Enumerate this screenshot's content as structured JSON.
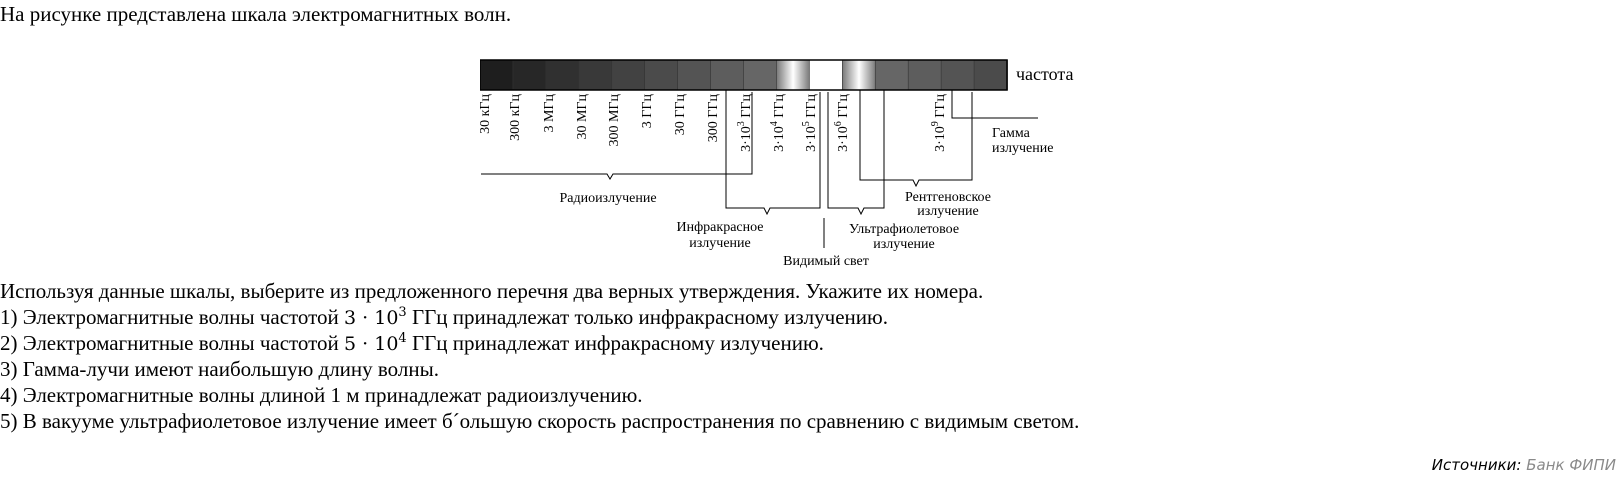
{
  "intro": "На рисунке представлена шкала электромагнитных волн.",
  "scale": {
    "axis_label": "частота",
    "ticks": [
      {
        "text": "30 кГц"
      },
      {
        "text": "300 кГц"
      },
      {
        "text": "3 МГц"
      },
      {
        "text": "30 МГц"
      },
      {
        "text": "300 МГц"
      },
      {
        "text": "3 ГГц"
      },
      {
        "text": "30 ГГц"
      },
      {
        "text": "300 ГГц"
      },
      {
        "text": "3·10",
        "sup": "3",
        "unit": " ГГц"
      },
      {
        "text": "3·10",
        "sup": "4",
        "unit": " ГГц"
      },
      {
        "text": "3·10",
        "sup": "5",
        "unit": " ГГц"
      },
      {
        "text": "3·10",
        "sup": "6",
        "unit": " ГГц"
      },
      {
        "text": "3·10",
        "sup": "9",
        "unit": " ГГц"
      }
    ],
    "ranges": {
      "radio": "Радиоизлучение",
      "infrared_l1": "Инфракрасное",
      "infrared_l2": "излучение",
      "visible": "Видимый свет",
      "ultraviolet_l1": "Ультрафиолетовое",
      "ultraviolet_l2": "излучение",
      "xray_l1": "Рентгеновское",
      "xray_l2": "излучение",
      "gamma_l1": "Гамма",
      "gamma_l2": "излучение"
    }
  },
  "question": {
    "instruction": "Используя данные шкалы, выберите из предложенного перечня два верных утверждения. Укажите их номера.",
    "options": [
      {
        "prefix": "1) Электромагнитные волны частотой ",
        "num": "3 · 10",
        "sup": "3",
        "suffix": " ГГц принадлежат только инфракрасному излучению."
      },
      {
        "prefix": "2) Электромагнитные волны частотой ",
        "num": "5 · 10",
        "sup": "4",
        "suffix": " ГГц принадлежат инфракрасному излучению."
      },
      {
        "text": "3) Гамма-лучи имеют наибольшую длину волны."
      },
      {
        "text": "4) Электромагнитные волны длиной 1 м принадлежат радиоизлучению."
      },
      {
        "text": "5) В вакууме ультрафиолетовое излучение имеет б´ольшую скорость распространения по сравнению с видимым светом."
      }
    ]
  },
  "source": {
    "label": "Источники:",
    "value": "Банк ФИПИ"
  }
}
